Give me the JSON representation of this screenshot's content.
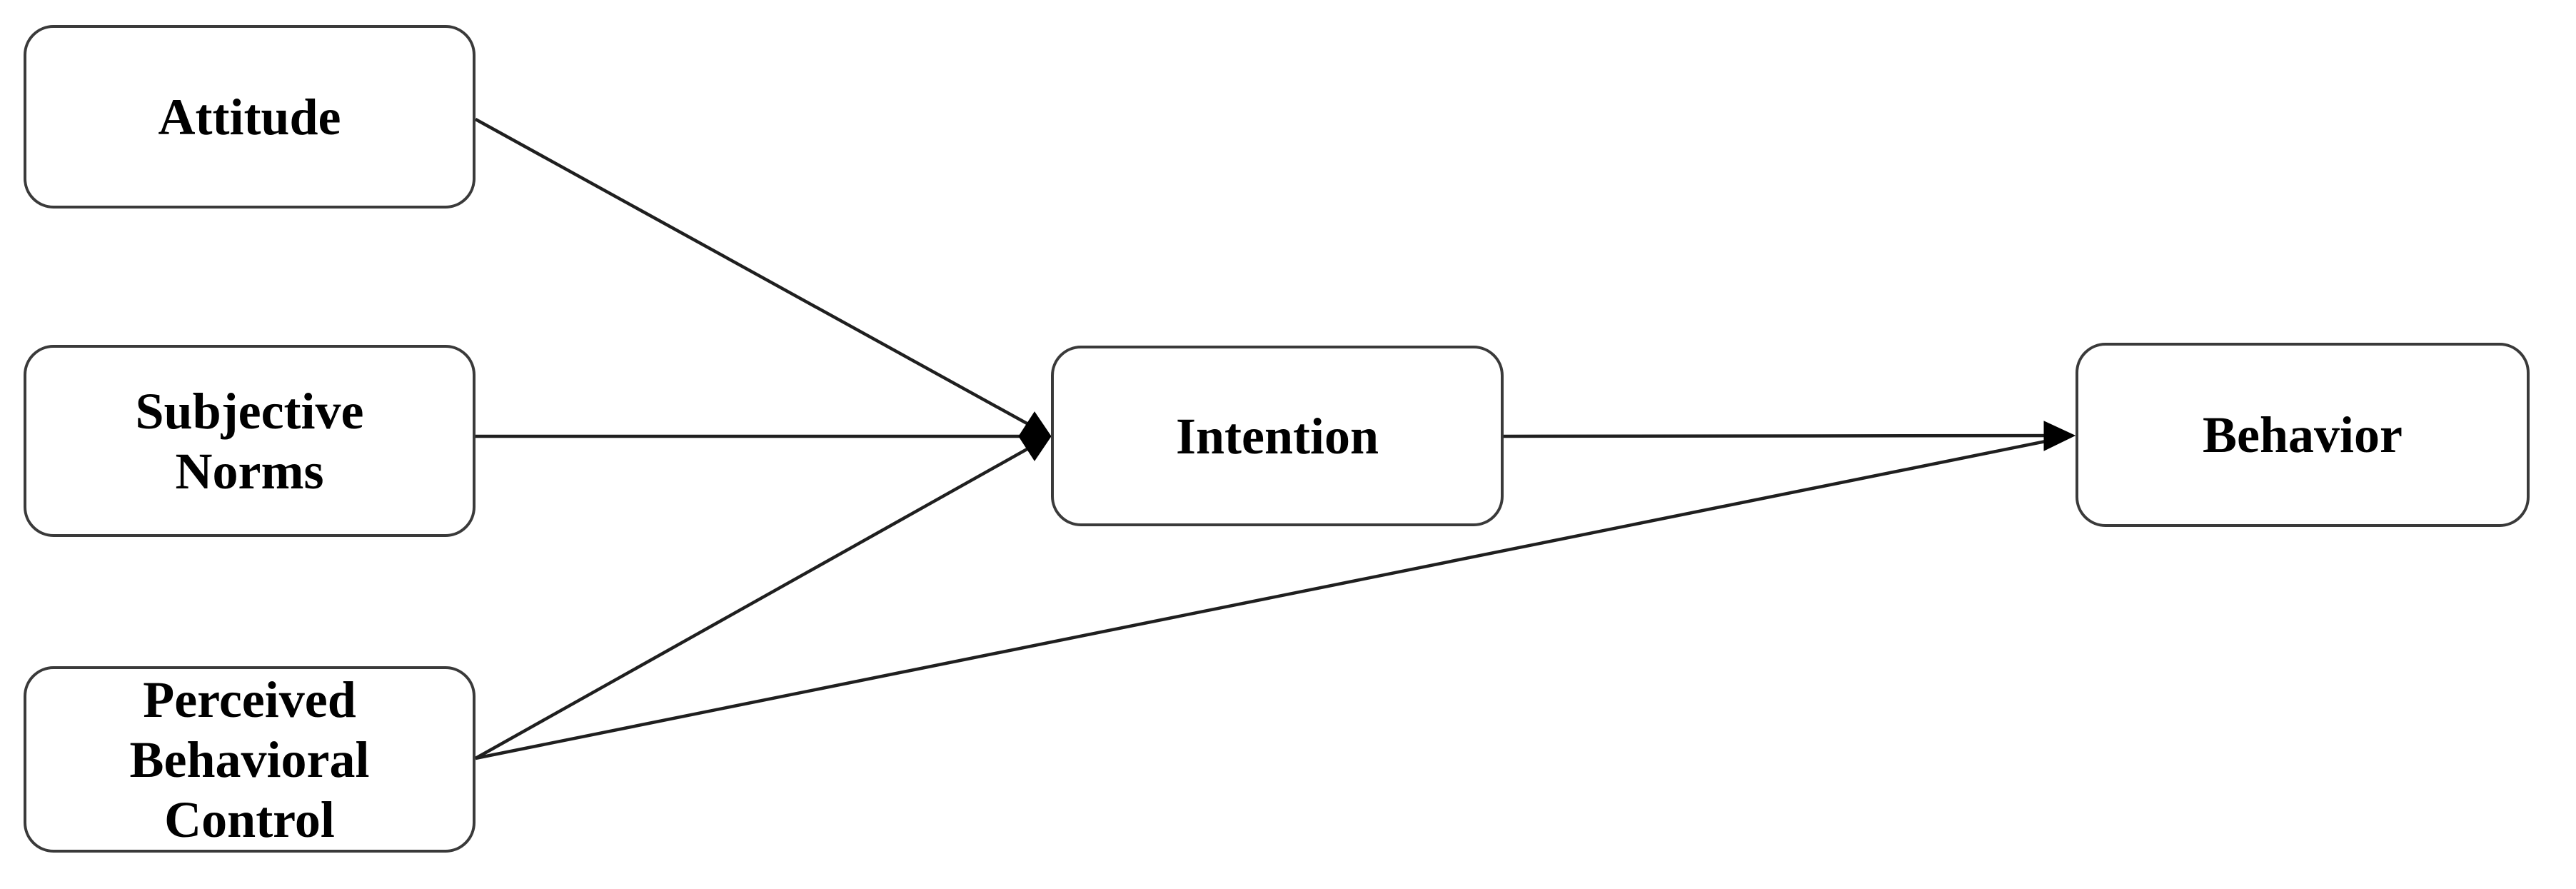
{
  "diagram": {
    "type": "flowchart",
    "colors": {
      "background": "#ffffff",
      "box_fill": "#ffffff",
      "box_border": "#3a3a3a",
      "edge_line": "#1f1f1f",
      "arrowhead": "#000000",
      "text": "#000000"
    },
    "nodes": [
      {
        "id": "attitude",
        "label": "Attitude",
        "lines": [
          "Attitude"
        ]
      },
      {
        "id": "subjective-norms",
        "label": "Subjective Norms",
        "lines": [
          "Subjective",
          "Norms"
        ]
      },
      {
        "id": "perceived-behavioral-control",
        "label": "Perceived Behavioral Control",
        "lines": [
          "Perceived",
          "Behavioral",
          "Control"
        ]
      },
      {
        "id": "intention",
        "label": "Intention",
        "lines": [
          "Intention"
        ]
      },
      {
        "id": "behavior",
        "label": "Behavior",
        "lines": [
          "Behavior"
        ]
      }
    ],
    "edges": [
      {
        "from": "Attitude",
        "to": "Intention",
        "arrowhead": "solid-diamond"
      },
      {
        "from": "Subjective Norms",
        "to": "Intention",
        "arrowhead": "solid-diamond"
      },
      {
        "from": "Perceived Behavioral Control",
        "to": "Intention",
        "arrowhead": "solid-diamond"
      },
      {
        "from": "Intention",
        "to": "Behavior",
        "arrowhead": "solid-triangle"
      },
      {
        "from": "Perceived Behavioral Control",
        "to": "Behavior",
        "arrowhead": "solid-triangle"
      }
    ]
  }
}
